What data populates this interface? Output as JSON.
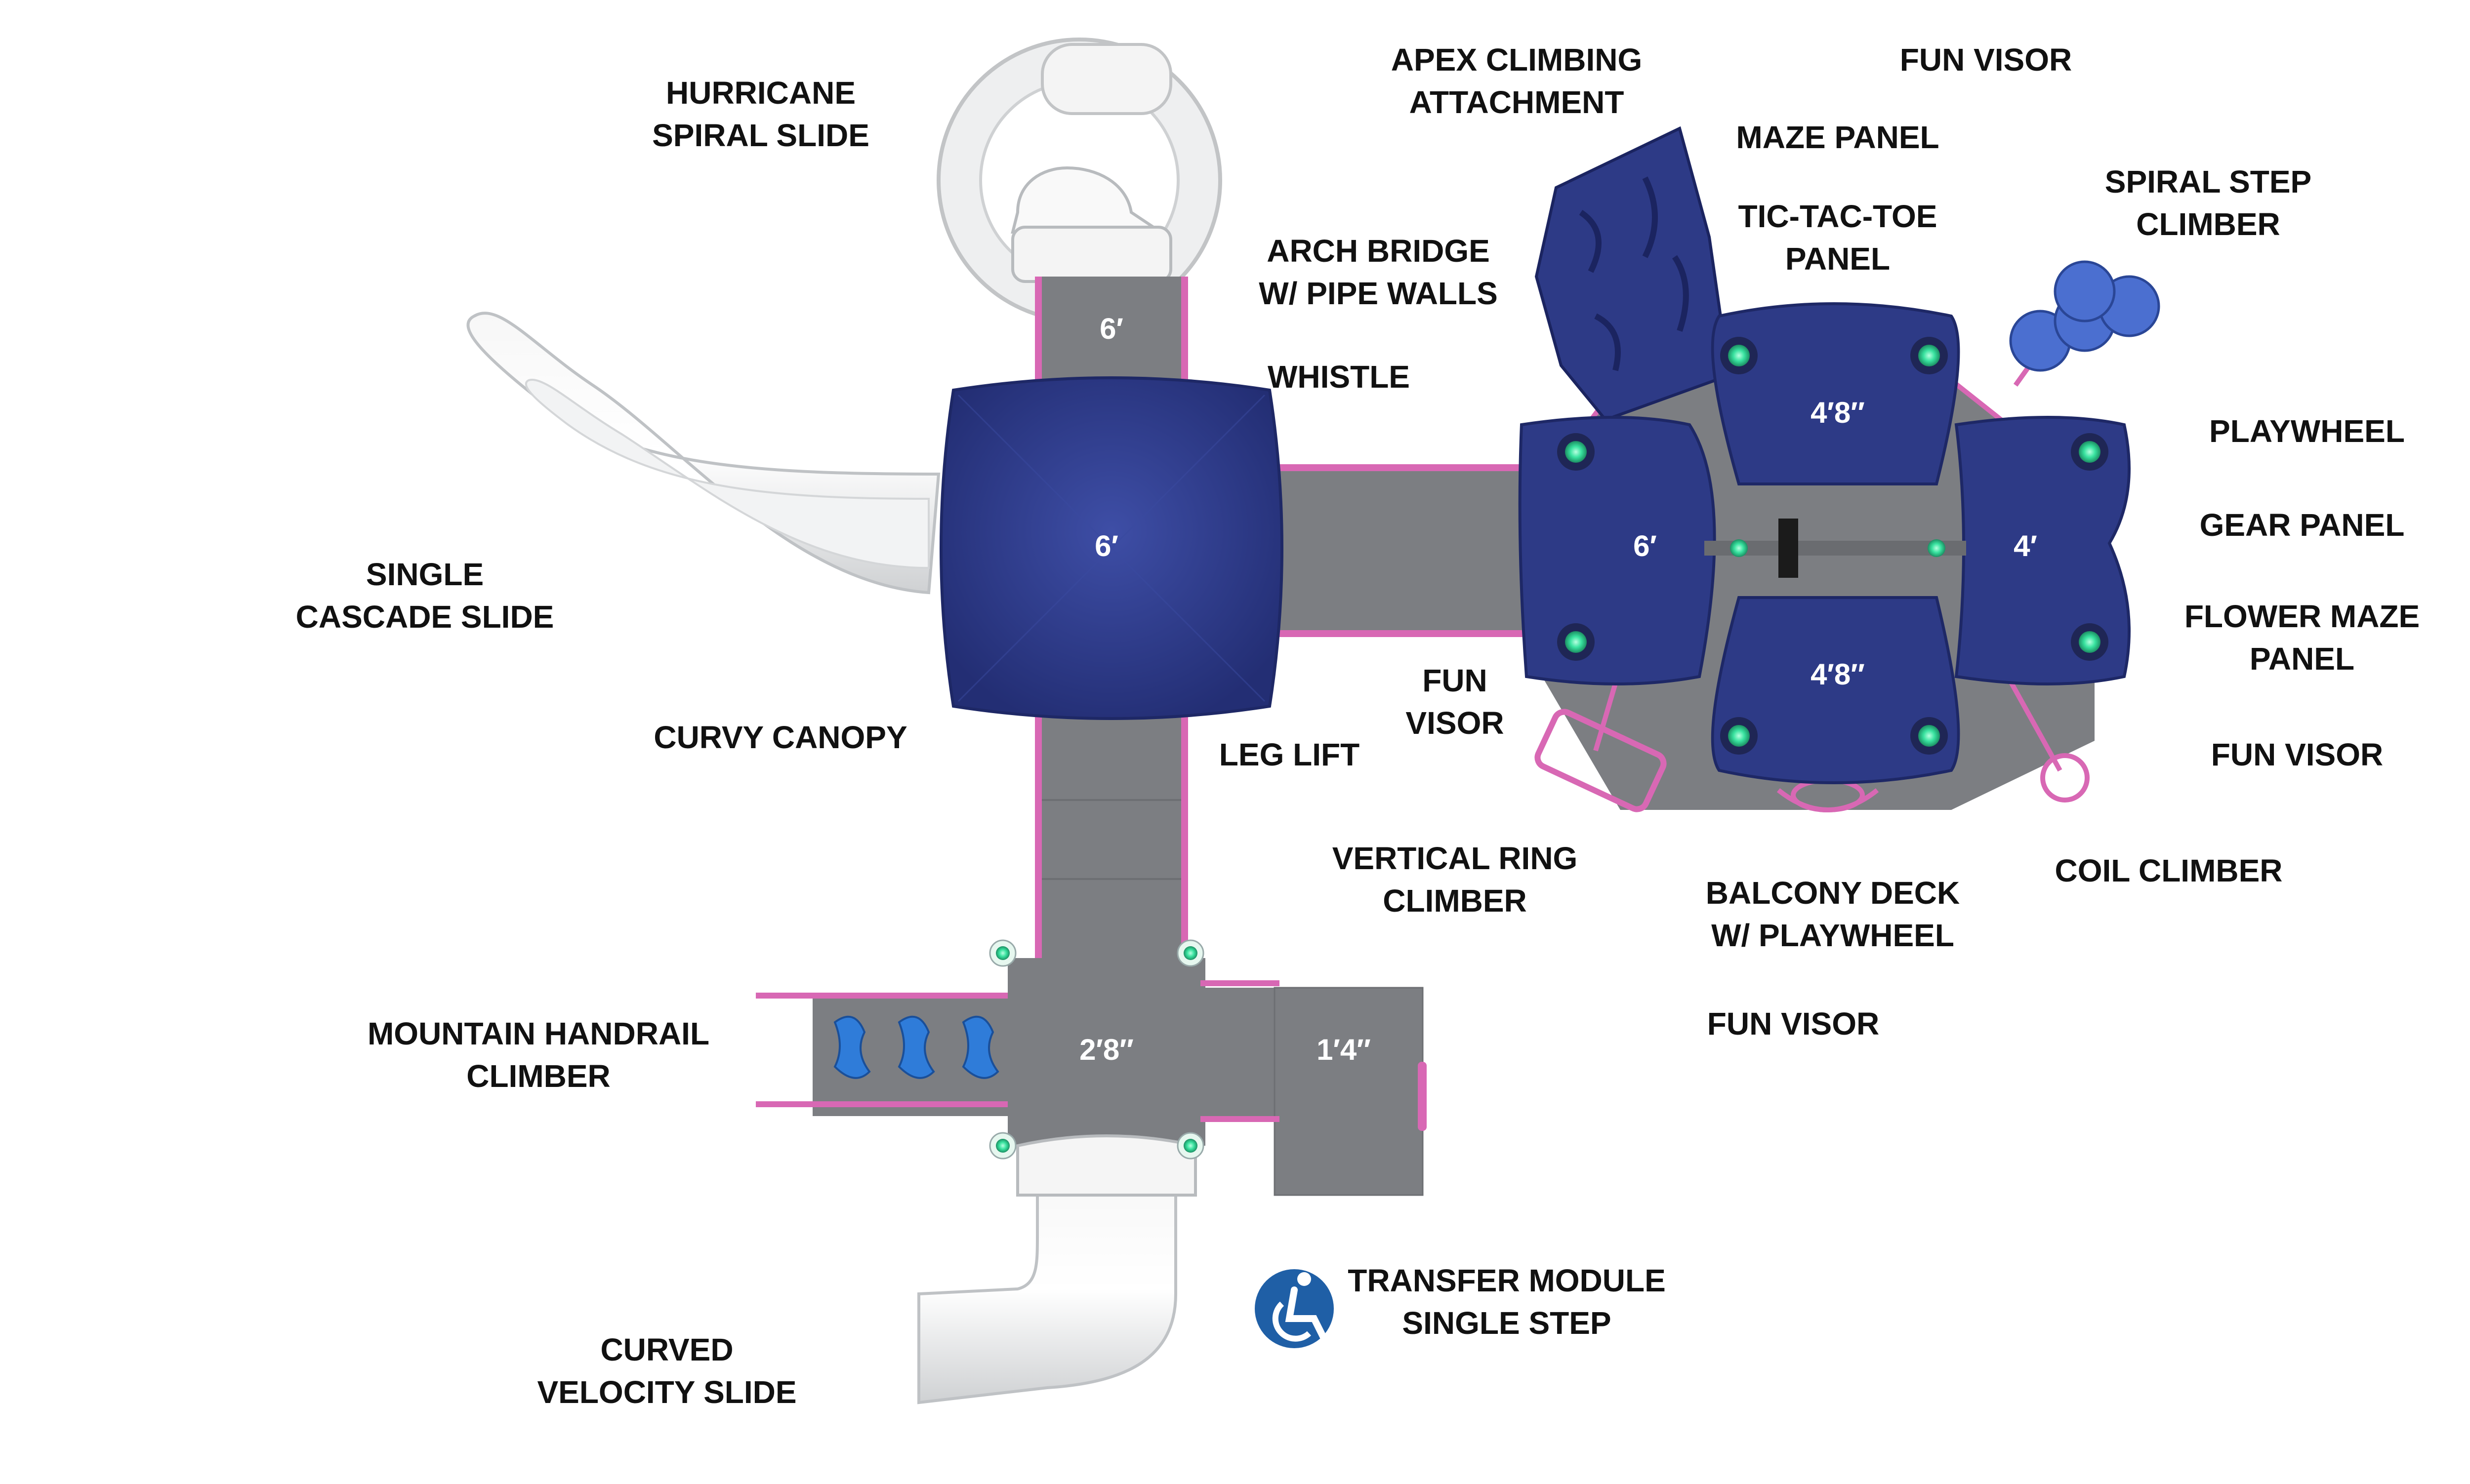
{
  "colors": {
    "deck": "#7c7e82",
    "canopy": "#2d3a86",
    "slide": "#e8e9ea",
    "rail": "#d868b4",
    "accent": "#2f8fd6",
    "light": "#39e3a0"
  },
  "labels": {
    "hurricane_slide": [
      "HURRICANE",
      "SPIRAL SLIDE"
    ],
    "apex": [
      "APEX CLIMBING",
      "ATTACHMENT"
    ],
    "fun_visor_top": [
      "FUN VISOR"
    ],
    "maze_panel": [
      "MAZE PANEL"
    ],
    "tic_tac_toe": [
      "TIC-TAC-TOE",
      "PANEL"
    ],
    "spiral_step": [
      "SPIRAL STEP",
      "CLIMBER"
    ],
    "arch_bridge": [
      "ARCH BRIDGE",
      "W/ PIPE WALLS"
    ],
    "whistle": [
      "WHISTLE"
    ],
    "playwheel": [
      "PLAYWHEEL"
    ],
    "gear_panel": [
      "GEAR PANEL"
    ],
    "flower_maze": [
      "FLOWER MAZE",
      "PANEL"
    ],
    "single_cascade": [
      "SINGLE",
      "CASCADE SLIDE"
    ],
    "curvy_canopy": [
      "CURVY CANOPY"
    ],
    "fun_visor_mid": [
      "FUN",
      "VISOR"
    ],
    "leg_lift": [
      "LEG LIFT"
    ],
    "fun_visor_right": [
      "FUN VISOR"
    ],
    "vertical_ring": [
      "VERTICAL RING",
      "CLIMBER"
    ],
    "balcony": [
      "BALCONY DECK",
      "W/ PLAYWHEEL"
    ],
    "coil_climber": [
      "COIL CLIMBER"
    ],
    "fun_visor_bottom": [
      "FUN VISOR"
    ],
    "mountain_handrail": [
      "MOUNTAIN HANDRAIL",
      "CLIMBER"
    ],
    "transfer_module": [
      "TRANSFER MODULE",
      "SINGLE STEP"
    ],
    "curved_velocity": [
      "CURVED",
      "VELOCITY SLIDE"
    ]
  },
  "heights": {
    "bridge_top": "6′",
    "main_tower": "6′",
    "right_left_deck": "6′",
    "top_deck": "4′8″",
    "bottom_deck": "4′8″",
    "right_deck": "4′",
    "transfer_deck": "2′8″",
    "step_deck": "1′4″"
  },
  "icons": {
    "accessibility": "wheelchair-accessibility-icon"
  }
}
